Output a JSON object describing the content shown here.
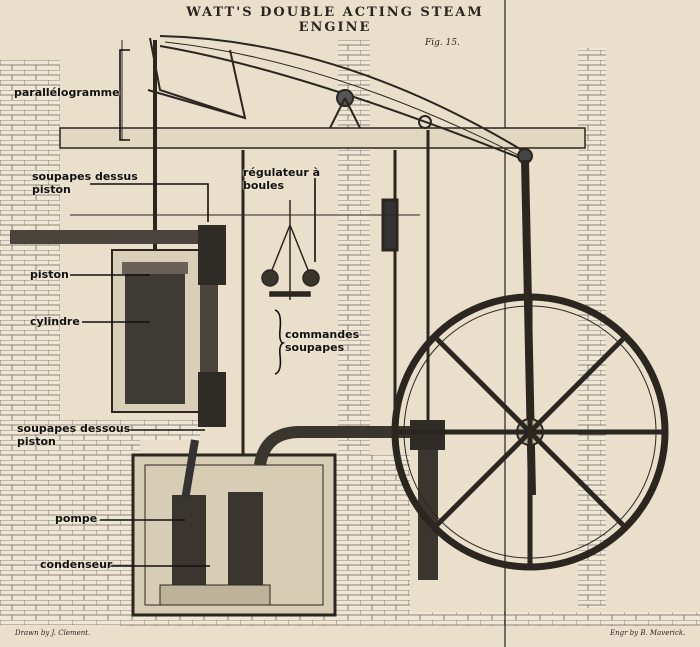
{
  "title": "WATT'S DOUBLE ACTING STEAM ENGINE",
  "figure": "Fig. 15.",
  "credits": {
    "drawn": "Drawn by J. Clement.",
    "engraved": "Engr by B. Maverick."
  },
  "labels": {
    "parallelogram": "parallélogramme",
    "upper_valves_1": "soupapes dessus",
    "upper_valves_2": "piston",
    "governor_1": "régulateur à",
    "governor_2": "boules",
    "piston": "piston",
    "cylinder": "cylindre",
    "valve_controls_1": "commandes",
    "valve_controls_2": "soupapes",
    "lower_valves_1": "soupapes dessous",
    "lower_valves_2": "piston",
    "pump": "pompe",
    "condenser": "condenseur"
  },
  "colors": {
    "paper": "#e9dfcb",
    "ink": "#2b2620"
  }
}
